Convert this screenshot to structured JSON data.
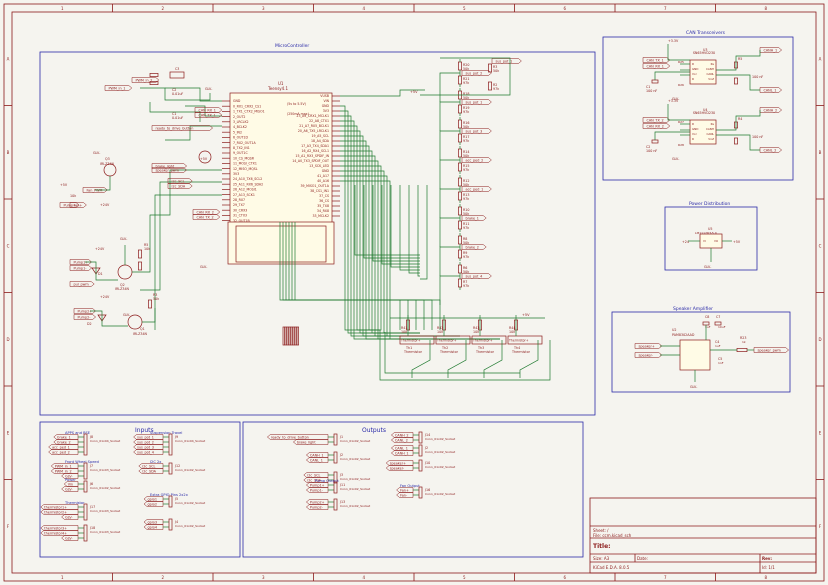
{
  "sheet": {
    "col_markers": [
      "1",
      "2",
      "3",
      "4",
      "5",
      "6",
      "7",
      "8"
    ],
    "row_markers": [
      "A",
      "B",
      "C",
      "D",
      "E",
      "F"
    ]
  },
  "blocks": {
    "microcontroller": "MicroController",
    "can": "CAN Transceivers",
    "power": "Power Distribution",
    "speaker": "Speaker Amplifier",
    "inputs": "Inputs",
    "outputs": "Outputs"
  },
  "mcu": {
    "ref": "U1",
    "value": "Teensy4.1",
    "left_pins": [
      "GND",
      "0_RX1_CRX2_CS1",
      "1_TX1_CTX2_MISO1",
      "2_OUT2",
      "3_LRCLK2",
      "4_BCLK2",
      "5_IN2",
      "6_OUT1D",
      "7_RX2_OUT1A",
      "8_TX2_IN1",
      "9_OUT1C",
      "10_CS_MQSR",
      "11_MOSI_CTX1",
      "12_MISO_MQSL",
      "3V3",
      "24_A10_TX6_SCL2",
      "25_A11_RX6_SDA2",
      "26_A12_MOSI1",
      "27_A13_SCK1",
      "28_RX7",
      "29_TX7",
      "30_CRX3",
      "31_CTX3",
      "32_OUT1B"
    ],
    "right_pins": [
      "VUSB",
      "VIN",
      "GND",
      "3V3",
      "23_A9_CRX1_MCLK1",
      "22_A8_CTX1",
      "21_A7_RX5_BCLK1",
      "20_A6_TX5_LRCLK1",
      "19_A5_SCL",
      "18_A4_SDA",
      "17_A3_TX4_SDA1",
      "16_A2_RX4_SCL1",
      "15_A1_RX3_SPDIF_IN",
      "14_A0_TX3_SPDIF_OUT",
      "13_SCK_LED",
      "GND",
      "41_A17",
      "40_A16",
      "39_MISO1_OUT1A",
      "38_CS1_IN1",
      "37_CS",
      "36_CS",
      "35_TX8",
      "34_RX8",
      "33_MCLK2"
    ],
    "note": "(5v to 5.5V)",
    "note2": "(250mA max)"
  },
  "mcu_labels": [
    "PWM_in_1",
    "CAN_RX_1",
    "CAN_TX_1",
    "ready_to_drive_button",
    "brake_light",
    "speaker_pwm",
    "i2c_SCL",
    "i2c_SDA",
    "CAN_RX_2",
    "CAN_TX_2",
    "Fan_PWM",
    "Pump1_PWM"
  ],
  "right_dividers": [
    {
      "ref1": "R20",
      "v1": "50k",
      "ref2": "R21",
      "v2": "97k",
      "net": "sus_pot_2"
    },
    {
      "ref1": "R18",
      "v1": "50k",
      "ref2": "R19",
      "v2": "97k",
      "net": "sus_pot_1"
    },
    {
      "ref1": "R16",
      "v1": "50k",
      "ref2": "R17",
      "v2": "97k",
      "net": "sus_pot_3"
    },
    {
      "ref1": "R14",
      "v1": "50k",
      "ref2": "R15",
      "v2": "97k",
      "net": "acc_ped_2"
    },
    {
      "ref1": "R12",
      "v1": "50k",
      "ref2": "R13",
      "v2": "97k",
      "net": "acc_ped_1"
    },
    {
      "ref1": "R10",
      "v1": "50k",
      "ref2": "R11",
      "v2": "97k",
      "net": "brake_1"
    },
    {
      "ref1": "R8",
      "v1": "50k",
      "ref2": "R9",
      "v2": "97k",
      "net": "brake_2"
    },
    {
      "ref1": "R6",
      "v1": "50k",
      "ref2": "R7",
      "v2": "97k",
      "net": "sus_pot_4"
    }
  ],
  "thermistors": [
    {
      "ref": "Th1",
      "rref": "R41",
      "rval": "10k",
      "label": "Thermistor"
    },
    {
      "ref": "Th2",
      "rref": "R42",
      "rval": "10k",
      "label": "Thermistor"
    },
    {
      "ref": "Th3",
      "rref": "R43",
      "rval": "10k",
      "label": "Thermistor"
    },
    {
      "ref": "Th4",
      "rref": "R44",
      "rval": "10k",
      "label": "Thermistor"
    }
  ],
  "left_parts": {
    "q_fan": {
      "ref": "Q3",
      "value": "IRLZ34N"
    },
    "q_pump1": {
      "ref": "Q2",
      "value": "IRLZ34N"
    },
    "q_pump2": {
      "ref": "Q1",
      "value": "IRLZ34N"
    },
    "d1": "D1",
    "d2": "D2",
    "r_vals": [
      "10k",
      "2k",
      "1k",
      "10k",
      "50k"
    ],
    "v24": "+24V",
    "v5": "+5V",
    "gnd": "GLV-"
  },
  "can": {
    "u2": "SN65HVD230",
    "u3": "SN65HVD230",
    "v33": "+3.3V",
    "labels": [
      "CAN_TX_1",
      "CAN_RX_1",
      "CANH_1",
      "CANL_1",
      "CAN_TX_2",
      "CAN_RX_2",
      "CANH_2",
      "CANL_2"
    ],
    "caps": [
      "100 nF",
      "100 nF",
      "100 nF",
      "100 nF"
    ],
    "res": [
      "R25",
      "R26",
      "R27",
      "R28"
    ]
  },
  "power": {
    "ref": "U5",
    "value": "LM1117DT-5.0",
    "vin": "+24",
    "vout": "+5V",
    "gnd": "GLV-"
  },
  "speaker": {
    "ref": "U2",
    "value": "PAM8302AAD",
    "labels": [
      "speaker+",
      "speaker-",
      "speaker_pwm"
    ],
    "caps": [
      "1uF",
      "10uF",
      "1nF"
    ],
    "res": "R23"
  },
  "inputs": {
    "groups": [
      {
        "title": "APPS and BSE",
        "nets": [
          "brake_1",
          "brake_2",
          "acc_ped_1",
          "acc_ped_2"
        ],
        "conn": "J8",
        "conn_val": "Conn_01x04_Socket"
      },
      {
        "title": "Suspension Travel",
        "nets": [
          "sus_pot_1",
          "sus_pot_2",
          "sus_pot_3",
          "sus_pot_4"
        ],
        "conn": "J9",
        "conn_val": "Conn_01x04_Socket"
      },
      {
        "title": "Front Wheel Speed",
        "nets": [
          "PWM_in_1",
          "PWM_in_2",
          "GLV-"
        ],
        "conn": "J7",
        "conn_val": "Conn_01x03_Socket"
      },
      {
        "title": "I2C 2x",
        "nets": [
          "i2c_SCL",
          "i2c_SDA"
        ],
        "conn": "J12",
        "conn_val": "Conn_01x02_Socket"
      },
      {
        "title": "Power",
        "nets": [
          "Vin",
          "GLV-"
        ],
        "conn": "J6",
        "conn_val": "Conn_01x02_Socket"
      },
      {
        "title": "Extra GPIO Pins 2x2x",
        "nets": [
          "gpio1",
          "gpio2"
        ],
        "conn": "J5",
        "conn_val": "Conn_01x02_Socket"
      },
      {
        "title": "Thermistor",
        "nets": [
          "thermistor1+",
          "thermistor2+",
          "GLV-"
        ],
        "conn": "J17",
        "conn_val": "Conn_01x03_Socket"
      },
      {
        "title": "",
        "nets": [
          "thermistor3+",
          "thermistor4+",
          "GLV-"
        ],
        "conn": "J18",
        "conn_val": "Conn_01x03_Socket"
      }
    ]
  },
  "outputs": {
    "groups": [
      {
        "title": "",
        "nets": [
          "ready_to_drive_button",
          "brake_light"
        ],
        "conn": "J1",
        "conn_val": "Conn_01x02_Socket"
      },
      {
        "title": "",
        "nets": [
          "CANH_1",
          "CANL_1"
        ],
        "conn": "J2",
        "conn_val": "Conn_01x02_Socket"
      },
      {
        "title": "",
        "nets": [
          "i2c_SCL",
          "i2c_SDA"
        ],
        "conn": "J3",
        "conn_val": "Conn_01x02_Socket"
      },
      {
        "title": "",
        "nets": [
          "CANH_2",
          "CANL_2"
        ],
        "conn": "J14",
        "conn_val": "Conn_01x02_Socket"
      },
      {
        "title": "",
        "nets": [
          "speaker+",
          "speaker-"
        ],
        "conn": "J10",
        "conn_val": "Conn_01x02_Socket"
      },
      {
        "title": "Pump Output",
        "nets": [
          "Pump1+",
          "Pump1-"
        ],
        "conn": "J11",
        "conn_val": "Conn_01x02_Socket"
      },
      {
        "title": "Fan Output",
        "nets": [
          "Fan+",
          "Fan-"
        ],
        "conn": "J16",
        "conn_val": "Conn_01x02_Socket"
      },
      {
        "title": "",
        "nets": [
          "Pump2+",
          "Pump2-"
        ],
        "conn": "J13",
        "conn_val": "Conn_01x02_Socket"
      }
    ]
  },
  "title_block": {
    "sheet": "Sheet: /",
    "file": "File: ccm.kicad_sch",
    "title_label": "Title:",
    "size": "Size: A3",
    "date": "Date:",
    "rev": "Rev:",
    "kicad": "KiCad E.D.A. 8.0.5",
    "id": "Id: 1/1"
  },
  "colors": {
    "wire": "#1f7a2f",
    "block": "#2a2aa8",
    "part": "#8b1a1a",
    "background": "#f5f4ef"
  }
}
